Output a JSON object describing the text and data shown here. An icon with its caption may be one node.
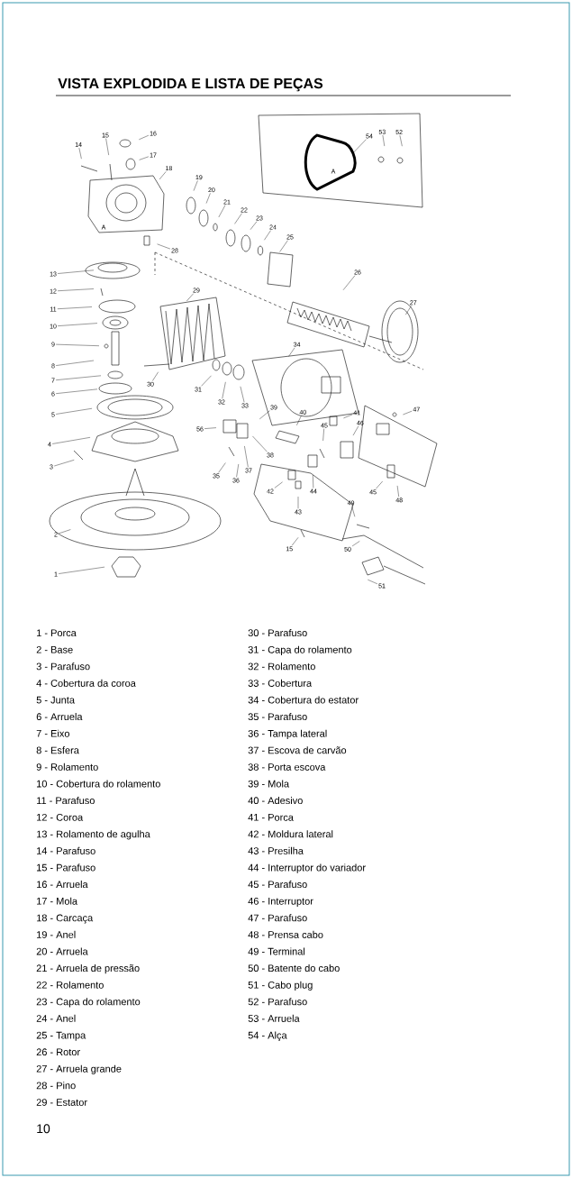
{
  "diagram": {
    "title": "VISTA EXPLODIDA E LISTA DE PEÇAS",
    "nodes": [
      {
        "text": [
          "14"
        ]
      },
      {
        "text": [
          "15"
        ]
      },
      {
        "text": [
          "16"
        ]
      },
      {
        "text": [
          "17"
        ]
      },
      {
        "text": [
          "18"
        ]
      },
      {
        "text": [
          "19"
        ]
      },
      {
        "text": [
          "20"
        ]
      },
      {
        "text": [
          "21"
        ]
      },
      {
        "text": [
          "22"
        ]
      },
      {
        "text": [
          "23"
        ]
      },
      {
        "text": [
          "24"
        ]
      },
      {
        "text": [
          "25"
        ]
      },
      {
        "text": [
          "26"
        ]
      },
      {
        "text": [
          "27"
        ]
      },
      {
        "text": [
          "28"
        ]
      },
      {
        "text": [
          "29"
        ]
      },
      {
        "text": [
          "13"
        ]
      },
      {
        "text": [
          "12"
        ]
      },
      {
        "text": [
          "11"
        ]
      },
      {
        "text": [
          "10"
        ]
      },
      {
        "text": [
          "9"
        ]
      },
      {
        "text": [
          "8"
        ]
      },
      {
        "text": [
          "7"
        ]
      },
      {
        "text": [
          "6"
        ]
      },
      {
        "text": [
          "5"
        ]
      },
      {
        "text": [
          "4"
        ]
      },
      {
        "text": [
          "3"
        ]
      },
      {
        "text": [
          "2"
        ]
      },
      {
        "text": [
          "1"
        ]
      },
      {
        "text": [
          "30"
        ]
      },
      {
        "text": [
          "31"
        ]
      },
      {
        "text": [
          "32"
        ]
      },
      {
        "text": [
          "33"
        ]
      },
      {
        "text": [
          "34"
        ]
      },
      {
        "text": [
          "35"
        ]
      },
      {
        "text": [
          "36"
        ]
      },
      {
        "text": [
          "37"
        ]
      },
      {
        "text": [
          "38"
        ]
      },
      {
        "text": [
          "39"
        ]
      },
      {
        "text": [
          "40"
        ]
      },
      {
        "text": [
          "41"
        ]
      },
      {
        "text": [
          "42"
        ]
      },
      {
        "text": [
          "43"
        ]
      },
      {
        "text": [
          "44"
        ]
      },
      {
        "text": [
          "45"
        ]
      },
      {
        "text": [
          "46"
        ]
      },
      {
        "text": [
          "47"
        ]
      },
      {
        "text": [
          "45"
        ]
      },
      {
        "text": [
          "48"
        ]
      },
      {
        "text": [
          "49"
        ]
      },
      {
        "text": [
          "50"
        ]
      },
      {
        "text": [
          "51"
        ]
      },
      {
        "text": [
          "15"
        ]
      },
      {
        "text": [
          "52"
        ]
      },
      {
        "text": [
          "53"
        ]
      },
      {
        "text": [
          "54"
        ]
      },
      {
        "text": [
          "56"
        ]
      }
    ],
    "edges": [
      {
        "from": 0,
        "to": null,
        "arrow": "none"
      },
      {
        "from": 1,
        "to": null,
        "arrow": "none"
      },
      {
        "from": 2,
        "to": null,
        "arrow": "none"
      },
      {
        "from": 3,
        "to": null,
        "arrow": "none"
      },
      {
        "from": 4,
        "to": null,
        "arrow": "none"
      },
      {
        "from": 5,
        "to": null,
        "arrow": "none"
      },
      {
        "from": 6,
        "to": null,
        "arrow": "none"
      },
      {
        "from": 7,
        "to": null,
        "arrow": "none"
      },
      {
        "from": 8,
        "to": null,
        "arrow": "none"
      },
      {
        "from": 9,
        "to": null,
        "arrow": "none"
      },
      {
        "from": 10,
        "to": null,
        "arrow": "none"
      },
      {
        "from": 11,
        "to": null,
        "arrow": "none"
      },
      {
        "from": 12,
        "to": null,
        "arrow": "none"
      },
      {
        "from": 13,
        "to": null,
        "arrow": "none"
      },
      {
        "from": 14,
        "to": null,
        "arrow": "none"
      },
      {
        "from": 15,
        "to": null,
        "arrow": "none"
      },
      {
        "from": 16,
        "to": null,
        "arrow": "none"
      },
      {
        "from": 17,
        "to": null,
        "arrow": "none"
      },
      {
        "from": 18,
        "to": null,
        "arrow": "none"
      },
      {
        "from": 19,
        "to": null,
        "arrow": "none"
      },
      {
        "from": 20,
        "to": null,
        "arrow": "none"
      },
      {
        "from": 21,
        "to": null,
        "arrow": "none"
      },
      {
        "from": 22,
        "to": null,
        "arrow": "none"
      },
      {
        "from": 23,
        "to": null,
        "arrow": "none"
      },
      {
        "from": 24,
        "to": null,
        "arrow": "none"
      },
      {
        "from": 25,
        "to": null,
        "arrow": "none"
      },
      {
        "from": 26,
        "to": null,
        "arrow": "none"
      },
      {
        "from": 27,
        "to": null,
        "arrow": "none"
      },
      {
        "from": 28,
        "to": null,
        "arrow": "none"
      },
      {
        "from": 29,
        "to": null,
        "arrow": "none"
      },
      {
        "from": 30,
        "to": null,
        "arrow": "none"
      },
      {
        "from": 31,
        "to": null,
        "arrow": "none"
      },
      {
        "from": 32,
        "to": null,
        "arrow": "none"
      },
      {
        "from": 33,
        "to": null,
        "arrow": "none"
      },
      {
        "from": 34,
        "to": null,
        "arrow": "none"
      },
      {
        "from": 35,
        "to": null,
        "arrow": "none"
      },
      {
        "from": 36,
        "to": null,
        "arrow": "none"
      },
      {
        "from": 37,
        "to": null,
        "arrow": "none"
      },
      {
        "from": 38,
        "to": null,
        "arrow": "none"
      },
      {
        "from": 39,
        "to": null,
        "arrow": "none"
      },
      {
        "from": 40,
        "to": null,
        "arrow": "none"
      },
      {
        "from": 41,
        "to": null,
        "arrow": "none"
      },
      {
        "from": 42,
        "to": null,
        "arrow": "none"
      },
      {
        "from": 43,
        "to": null,
        "arrow": "none"
      },
      {
        "from": 44,
        "to": null,
        "arrow": "none"
      },
      {
        "from": 45,
        "to": null,
        "arrow": "none"
      },
      {
        "from": 46,
        "to": null,
        "arrow": "none"
      },
      {
        "from": 47,
        "to": null,
        "arrow": "none"
      },
      {
        "from": 48,
        "to": null,
        "arrow": "none"
      },
      {
        "from": 49,
        "to": null,
        "arrow": "none"
      },
      {
        "from": 50,
        "to": null,
        "arrow": "none"
      },
      {
        "from": 51,
        "to": null,
        "arrow": "none"
      },
      {
        "from": 52,
        "to": null,
        "arrow": "none"
      },
      {
        "from": 53,
        "to": null,
        "arrow": "none"
      },
      {
        "from": 54,
        "to": null,
        "arrow": "none"
      },
      {
        "from": 55,
        "to": null,
        "arrow": "none"
      },
      {
        "from": 56,
        "to": null,
        "arrow": "none"
      }
    ],
    "labels": [
      "A",
      "A",
      "1 - Porca",
      "2 - Base",
      "3 - Parafuso",
      "4 - Cobertura da coroa",
      "5 - Junta",
      "6 - Arruela",
      "7 - Eixo",
      "8 - Esfera",
      "9 - Rolamento",
      "10 - Cobertura do rolamento",
      "11 - Parafuso",
      "12 - Coroa",
      "13 - Rolamento de agulha",
      "14 - Parafuso",
      "15 - Parafuso",
      "16 - Arruela",
      "17 - Mola",
      "18 - Carcaça",
      "19 - Anel",
      "20 - Arruela",
      "21 - Arruela de pressão",
      "22 - Rolamento",
      "23 - Capa do rolamento",
      "24 - Anel",
      "25 - Tampa",
      "26 - Rotor",
      "27 - Arruela grande",
      "28 - Pino",
      "29 - Estator",
      "30 - Parafuso",
      "31 - Capa do rolamento",
      "32 - Rolamento",
      "33 - Cobertura",
      "34 - Cobertura do estator",
      "35 - Parafuso",
      "36 - Tampa lateral",
      "37 - Escova de carvão",
      "38 - Porta escova",
      "39 - Mola",
      "40 - Adesivo",
      "41 - Porca",
      "42 - Moldura lateral",
      "43 - Presilha",
      "44 - Interruptor do variador",
      "45 - Parafuso",
      "46 - Interruptor",
      "47 - Parafuso",
      "48 - Prensa cabo",
      "49 - Terminal",
      "50 - Batente do cabo",
      "51 - Cabo plug",
      "52 - Parafuso",
      "53 - Arruela",
      "54 - Alça",
      "10"
    ]
  }
}
